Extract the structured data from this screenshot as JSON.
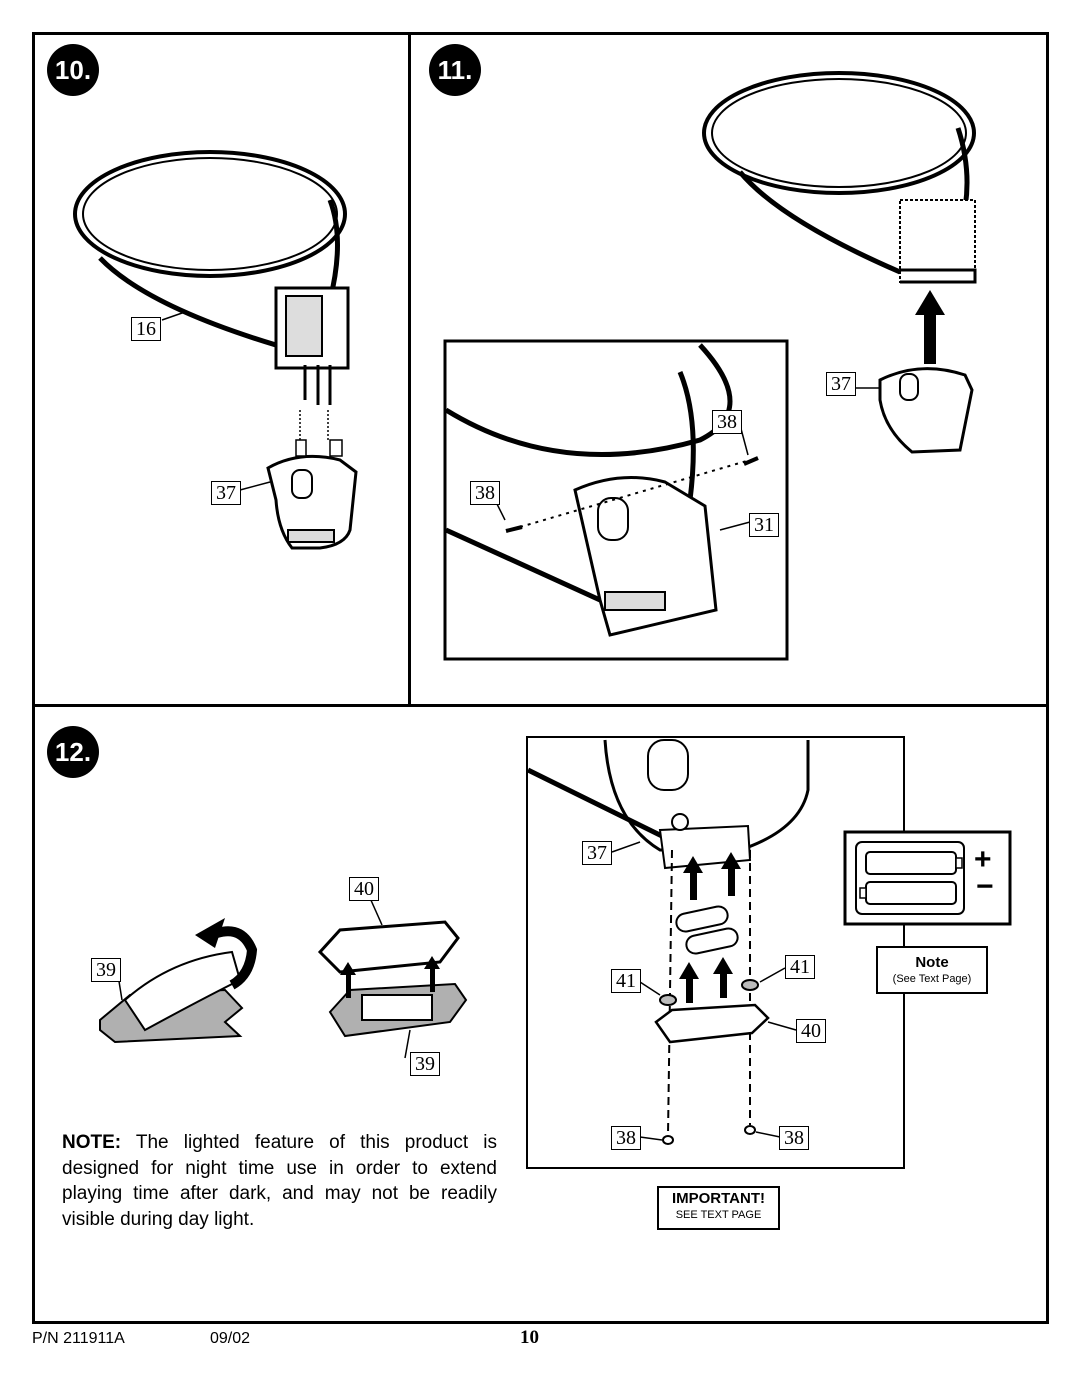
{
  "steps": {
    "s10": "10.",
    "s11": "11.",
    "s12": "12."
  },
  "callouts": {
    "c16": "16",
    "c37_a": "37",
    "c37_b": "37",
    "c38_a": "38",
    "c38_b": "38",
    "c31": "31",
    "c39_a": "39",
    "c40_a": "40",
    "c39_b": "39",
    "c37_c": "37",
    "c41_a": "41",
    "c41_b": "41",
    "c40_b": "40",
    "c38_c": "38",
    "c38_d": "38"
  },
  "note": {
    "label": "NOTE:",
    "text": " The lighted feature of this product is designed for night time use in order to extend playing time after dark, and may not be readily visible during day light."
  },
  "important": {
    "title": "IMPORTANT!",
    "sub": "SEE TEXT PAGE"
  },
  "note_box": {
    "title": "Note",
    "sub": "(See Text Page)"
  },
  "battery_symbols": {
    "plus": "+",
    "minus": "−"
  },
  "footer": {
    "part_number": "P/N 211911A",
    "date": "09/02",
    "page": "10"
  }
}
